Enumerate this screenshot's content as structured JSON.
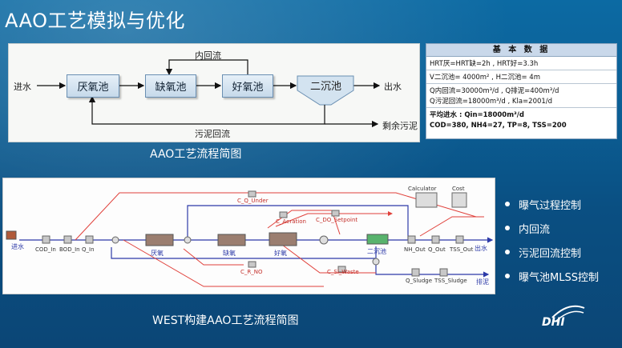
{
  "slide": {
    "title": "AAO工艺模拟与优化",
    "caption_top": "AAO工艺流程简图",
    "caption_bottom": "WEST构建AAO工艺流程简图",
    "logo": "DHI"
  },
  "flow": {
    "inflow": "进水",
    "outflow": "出水",
    "tank1": "厌氧池",
    "tank2": "缺氧池",
    "tank3": "好氧池",
    "tank4": "二沉池",
    "internal_recycle": "内回流",
    "sludge_recycle": "污泥回流",
    "excess_sludge": "剩余污泥"
  },
  "basic_data": {
    "header": "基 本 数 据",
    "line1": "HRT厌=HRT缺=2h , HRT好=3.3h",
    "line2": "V二沉池= 4000m² , H二沉池= 4m",
    "line3": "Q内回流=30000m³/d , Q排泥=400m³/d",
    "line4": "Q污泥回流=18000m³/d , Kla=2001/d",
    "line5": "平均进水 : Qin=18000m³/d",
    "line6": "COD=380, NH4=27, TP=8, TSS=200"
  },
  "west": {
    "inflow": "进水",
    "outflow": "出水",
    "sludge_out": "排泥",
    "tank_anaerobic": "厌氧",
    "tank_anoxic": "缺氧",
    "tank_aerobic": "好氧",
    "clarifier": "二沉池",
    "calculator": "Calculator",
    "cost": "Cost",
    "c_q_under": "C_Q_Under",
    "c_aeration": "C_Aeration",
    "c_do_setpoint": "C_DO_Setpoint",
    "c_r_no": "C_R_NO",
    "c_sl_waste": "C_Sl_Waste",
    "cod_in": "COD_In",
    "bod_in": "BOD_In",
    "q_in": "Q_In",
    "nh_out": "NH_Out",
    "q_out": "Q_Out",
    "tss_out": "TSS_Out",
    "q_sludge": "Q_Sludge",
    "tss_sludge": "TSS_Sludge"
  },
  "bullets": [
    "曝气过程控制",
    "内回流",
    "污泥回流控制",
    "曝气池MLSS控制"
  ]
}
